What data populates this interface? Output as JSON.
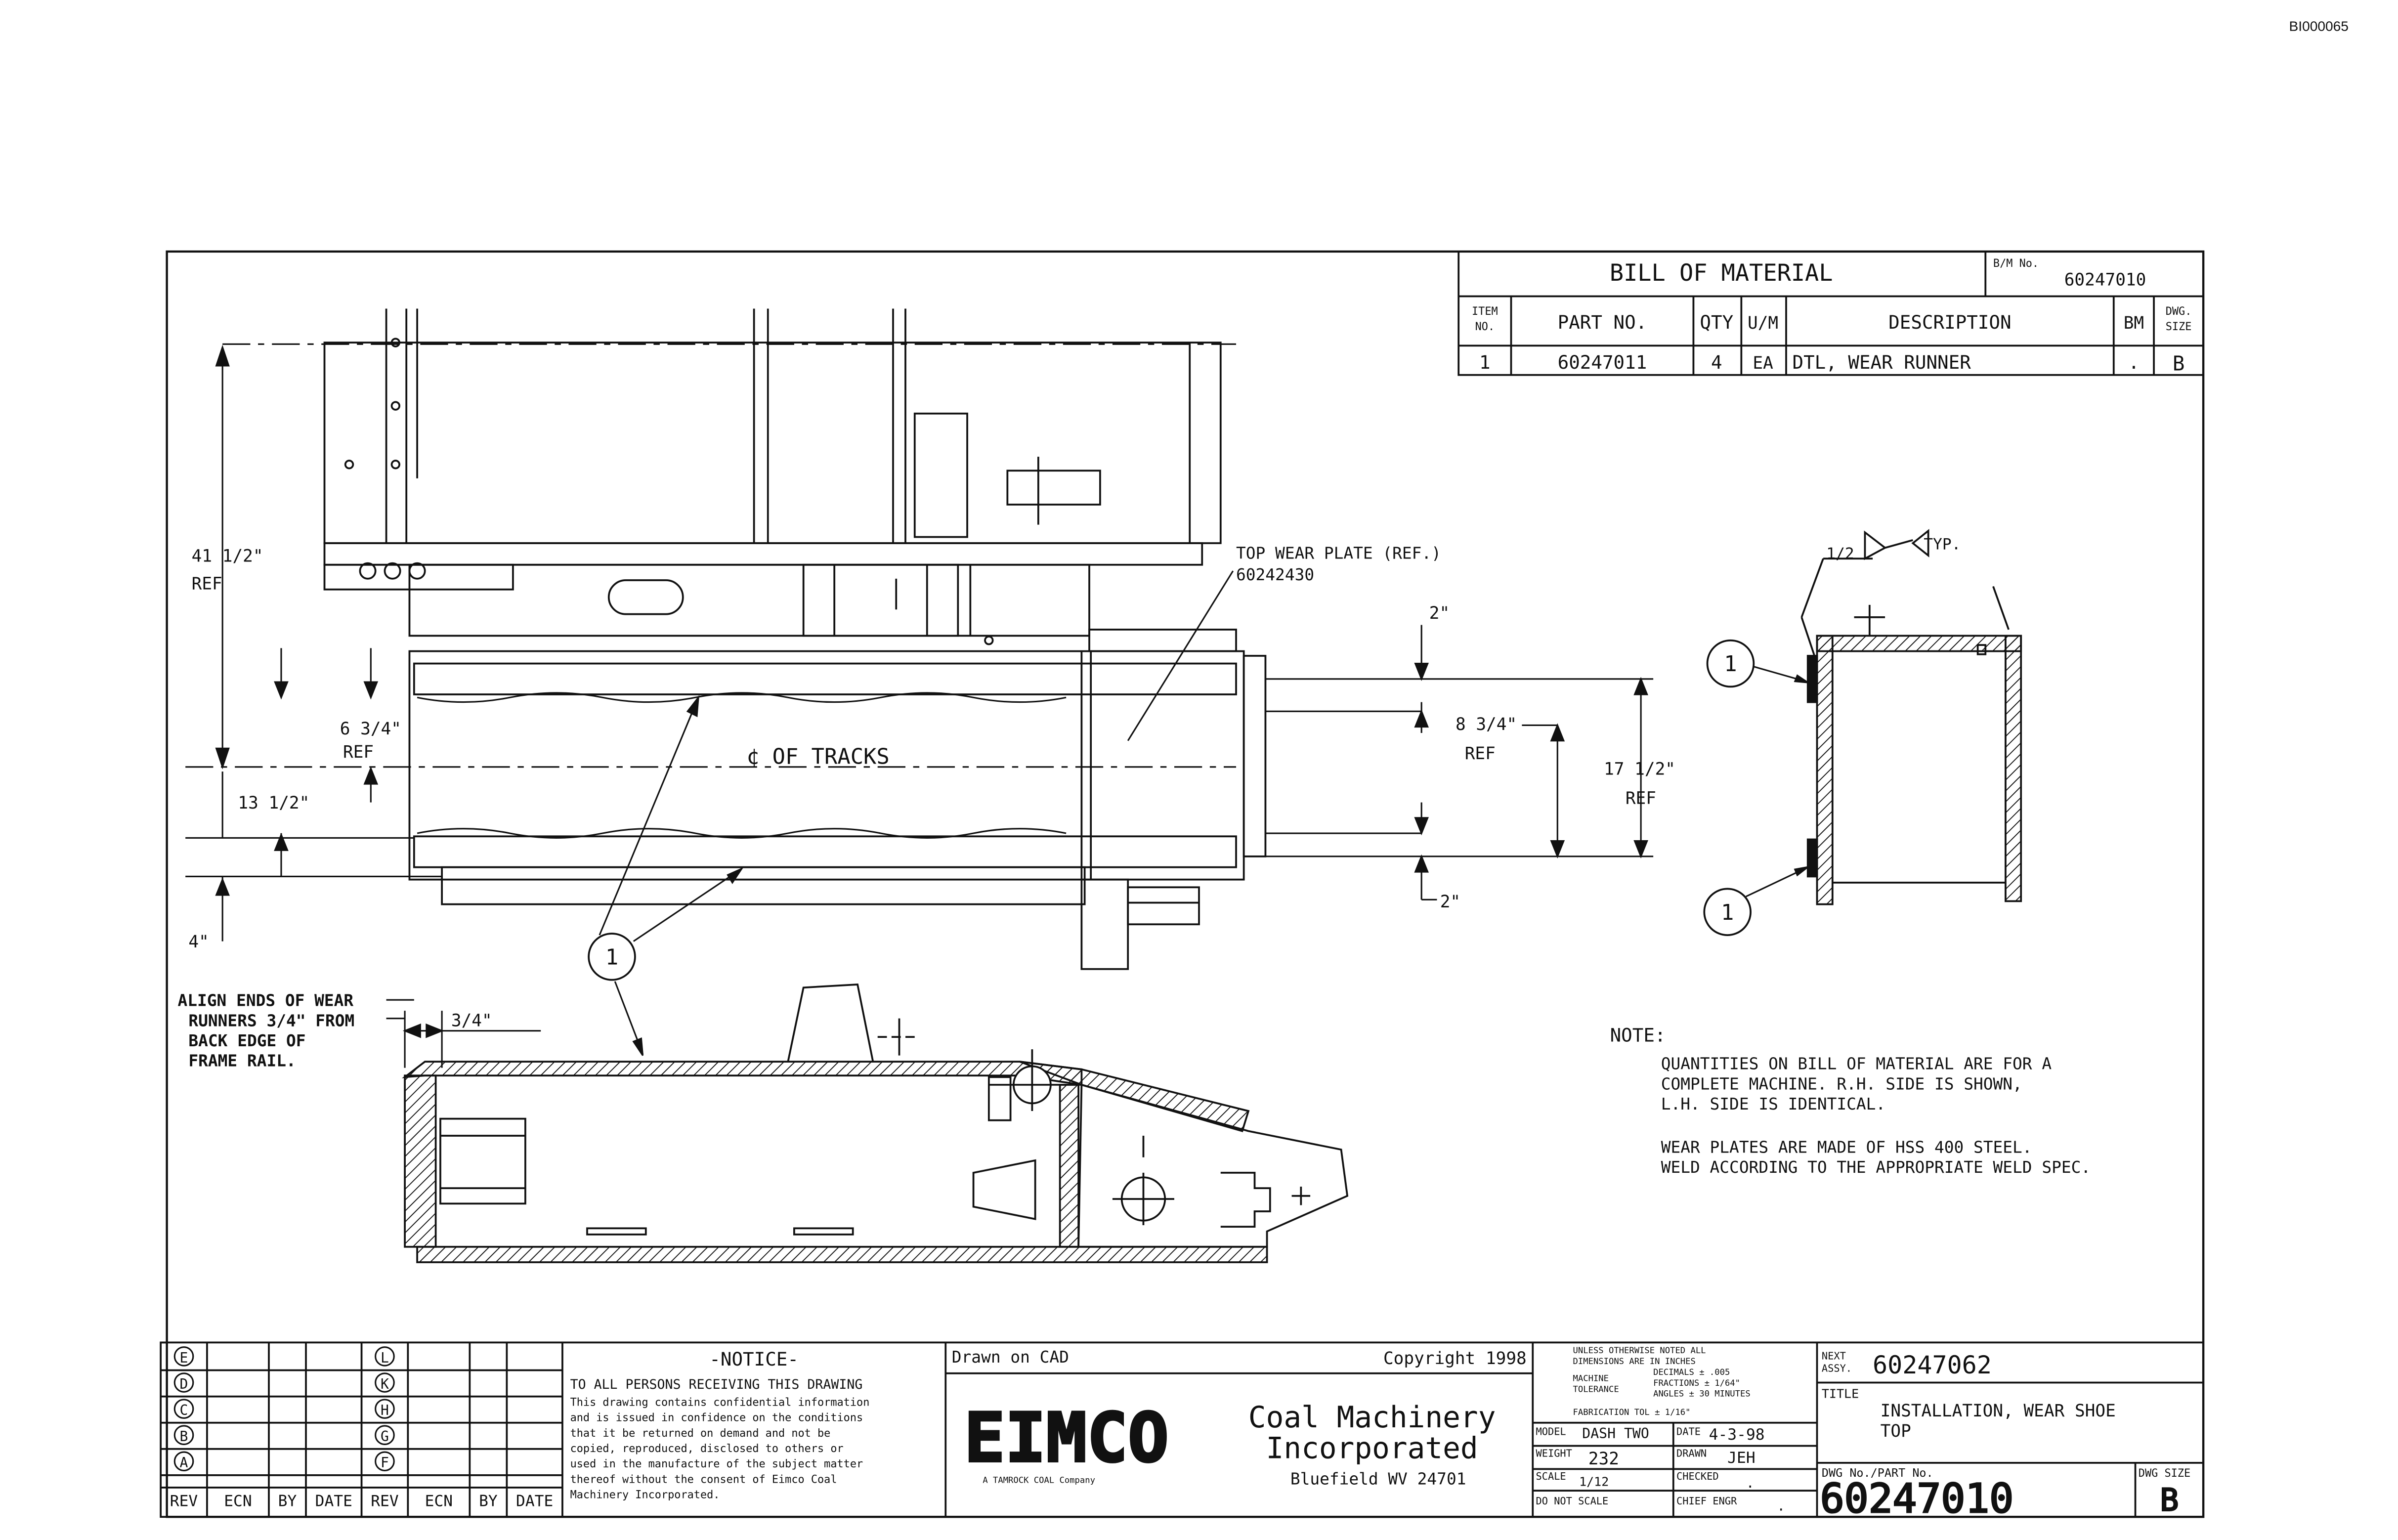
{
  "stamp": "BI000065",
  "bom": {
    "title": "BILL OF MATERIAL",
    "bm_no_label": "B/M No.",
    "bm_no": "60247010",
    "headers": {
      "item": [
        "ITEM",
        "NO."
      ],
      "part": "PART NO.",
      "qty": "QTY",
      "um": "U/M",
      "desc": "DESCRIPTION",
      "bm": "BM",
      "size": [
        "DWG.",
        "SIZE"
      ]
    },
    "rows": [
      {
        "item": "1",
        "part": "60247011",
        "qty": "4",
        "um": "EA",
        "desc": "DTL, WEAR RUNNER",
        "bm": ".",
        "size": "B"
      }
    ]
  },
  "dims": {
    "d41_1": "41 1/2\"",
    "d41_2": "REF",
    "d6_1": "6 3/4\"",
    "d6_2": "REF",
    "d13": "13 1/2\"",
    "d4": "4\"",
    "d2_top": "2\"",
    "d2_bot": "2\"",
    "d8_1": "8 3/4\"",
    "d8_2": "REF",
    "d17_1": "17 1/2\"",
    "d17_2": "REF",
    "d34": "3/4\""
  },
  "callouts": {
    "topwear_1": "TOP WEAR PLATE (REF.)",
    "topwear_2": "60242430",
    "centerline": "¢ OF TRACKS",
    "balloon": "1",
    "align": [
      "ALIGN ENDS OF WEAR",
      "RUNNERS 3/4\" FROM",
      "BACK EDGE OF",
      "FRAME RAIL."
    ],
    "weld_size": "1/2",
    "weld_typ": "TYP."
  },
  "note": {
    "label": "NOTE:",
    "lines": [
      "QUANTITIES ON BILL OF MATERIAL ARE FOR A",
      "COMPLETE MACHINE.  R.H. SIDE IS SHOWN,",
      "L.H. SIDE IS IDENTICAL.",
      "WEAR PLATES ARE MADE OF HSS 400 STEEL.",
      "WELD ACCORDING TO THE APPROPRIATE WELD SPEC."
    ]
  },
  "revisions": {
    "left_letters": [
      "E",
      "D",
      "C",
      "B",
      "A"
    ],
    "right_letters": [
      "L",
      "K",
      "H",
      "G",
      "F"
    ],
    "header": [
      "REV",
      "ECN",
      "BY",
      "DATE",
      "REV",
      "ECN",
      "BY",
      "DATE"
    ]
  },
  "notice": {
    "title": "-NOTICE-",
    "lines": [
      "TO ALL PERSONS RECEIVING THIS DRAWING",
      "This drawing contains confidential information",
      "and is issued in confidence on the conditions",
      "that it be returned on demand and not be",
      "copied, reproduced, disclosed to others or",
      "used in the manufacture of the subject matter",
      "thereof without the consent of Eimco Coal",
      "Machinery Incorporated."
    ]
  },
  "company": {
    "drawn": "Drawn on CAD",
    "copyright": "Copyright 1998",
    "logo": "EIMCO",
    "name1": "Coal Machinery",
    "name2": "Incorporated",
    "address": "Bluefield WV 24701",
    "tagline": "A TAMROCK COAL Company"
  },
  "tolerance": {
    "lines": [
      "UNLESS OTHERWISE NOTED ALL",
      "DIMENSIONS ARE IN INCHES"
    ],
    "machine": [
      "MACHINE",
      "TOLERANCE"
    ],
    "values": [
      "DECIMALS ± .005",
      "FRACTIONS ± 1/64\"",
      "ANGLES ± 30 MINUTES"
    ],
    "fab": "FABRICATION TOL ± 1/16\""
  },
  "info": {
    "model_label": "MODEL",
    "model": "DASH TWO",
    "date_label": "DATE",
    "date": "4-3-98",
    "weight_label": "WEIGHT",
    "weight": "232",
    "drawn_label": "DRAWN",
    "drawn": "JEH",
    "scale_label": "SCALE",
    "scale": "1/12",
    "checked_label": "CHECKED",
    "checked": ".",
    "noscale": "DO NOT SCALE",
    "chief_label": "CHIEF ENGR",
    "chief": "."
  },
  "titleblock": {
    "next_label": [
      "NEXT",
      "ASSY."
    ],
    "next": "60247062",
    "title_label": "TITLE",
    "title1": "INSTALLATION, WEAR SHOE",
    "title2": "TOP",
    "dwg_label": "DWG No./PART No.",
    "dwg": "60247010",
    "size_label": "DWG SIZE",
    "size": "B"
  }
}
